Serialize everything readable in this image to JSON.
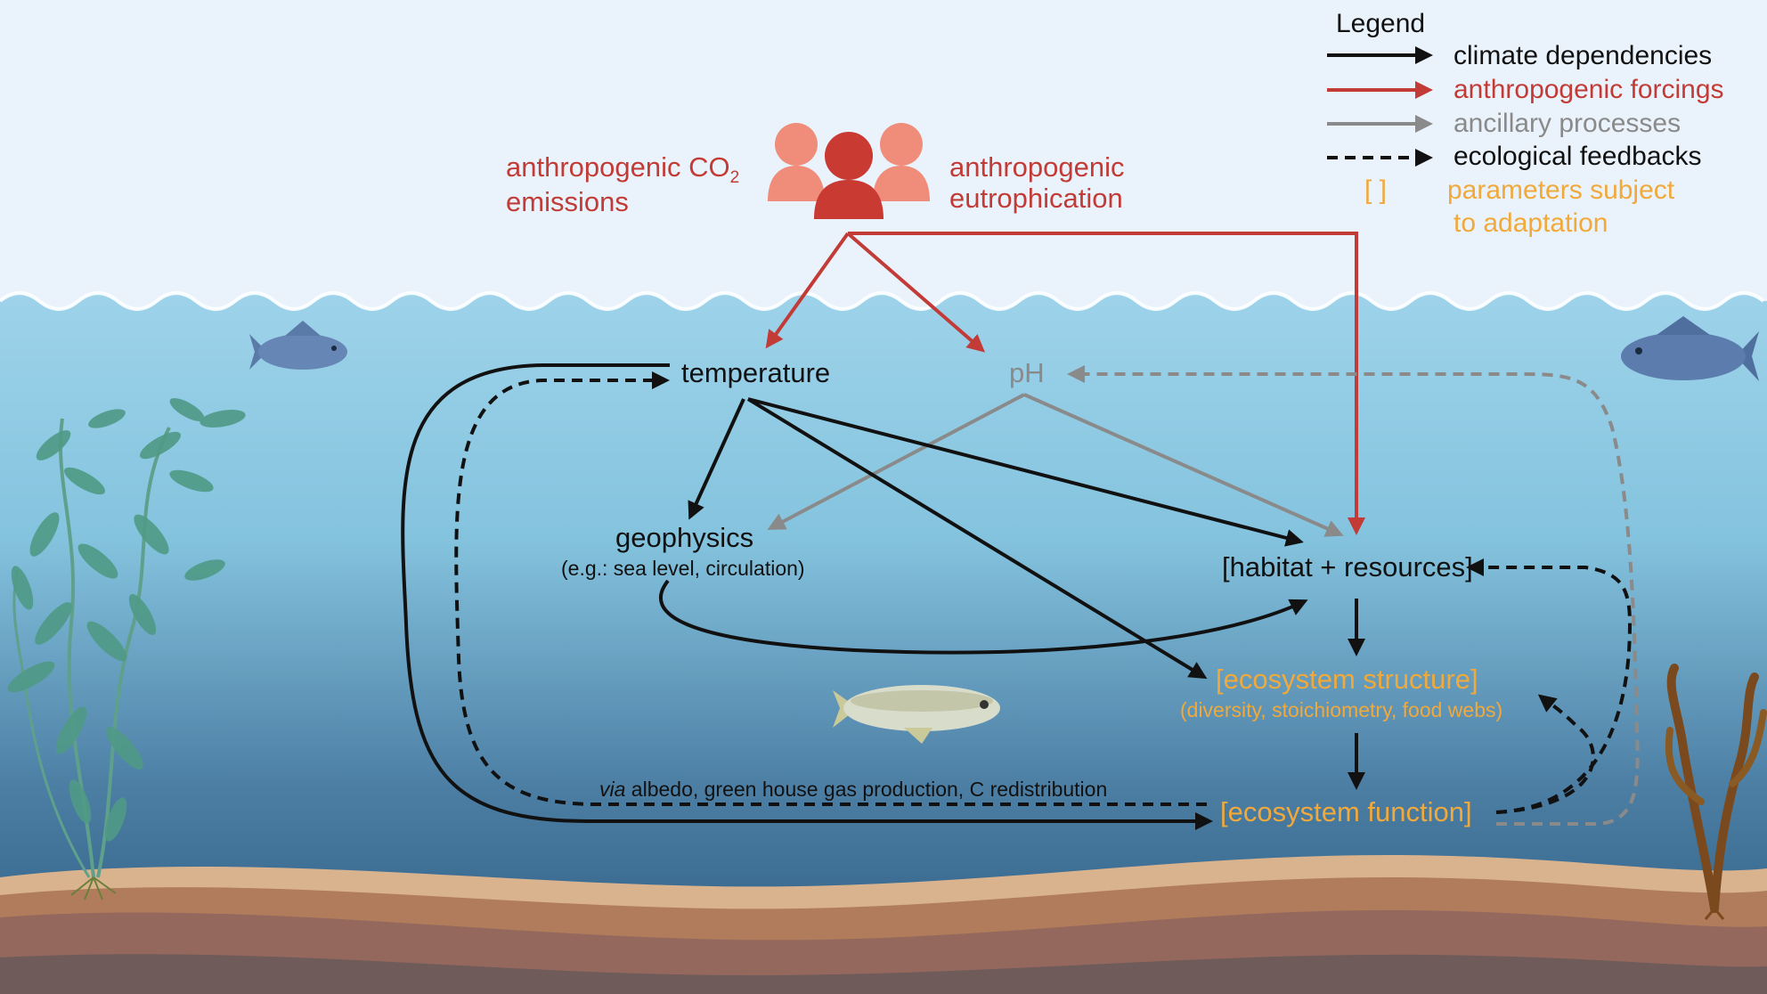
{
  "legend": {
    "title": "Legend",
    "items": [
      {
        "label": "climate dependencies",
        "style": "solid",
        "color": "#111111"
      },
      {
        "label": "anthropogenic forcings",
        "style": "solid",
        "color": "#c23b36"
      },
      {
        "label": "ancillary processes",
        "style": "solid",
        "color": "#8a8a8a"
      },
      {
        "label": "ecological feedbacks",
        "style": "dashed",
        "color": "#111111"
      }
    ],
    "bracket_symbol": "[ ]",
    "bracket_label_line1": "parameters subject",
    "bracket_label_line2": "to adaptation"
  },
  "humans": {
    "co2_line1": "anthropogenic CO",
    "co2_subscript": "2",
    "co2_line2": "emissions",
    "eutro_line1": "anthropogenic",
    "eutro_line2": "eutrophication",
    "icon": "people-icon"
  },
  "nodes": {
    "temperature": "temperature",
    "ph": "pH",
    "geophysics": "geophysics",
    "geophysics_sub": "(e.g.: sea level, circulation)",
    "habitat": "[habitat + resources]",
    "structure": "[ecosystem structure]",
    "structure_sub": "(diversity, stoichiometry, food webs)",
    "function": "[ecosystem function]"
  },
  "feedback_label_italic": "via",
  "feedback_label_rest": " albedo, green house gas production, C redistribution",
  "colors": {
    "sky": "#eaf3fb",
    "water_top": "#9ed3ea",
    "water_bottom": "#2b5a80",
    "red": "#c23b36",
    "orange": "#f0a93a",
    "grey": "#8a8a8a",
    "black": "#111111"
  },
  "illustrations": [
    "fish-icon",
    "fish-icon",
    "fish-icon",
    "kelp-icon",
    "seaweed-icon",
    "seafloor"
  ]
}
